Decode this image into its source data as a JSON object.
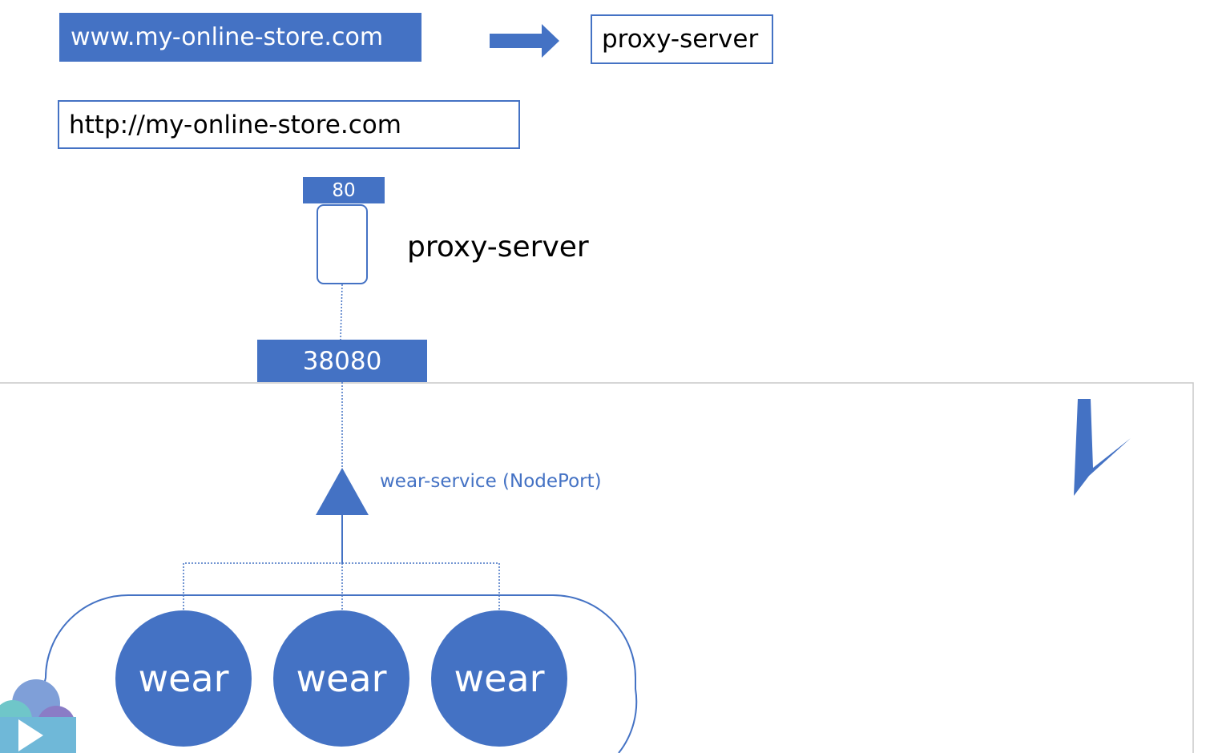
{
  "header": {
    "domain": "www.my-online-store.com",
    "proxy_target": "proxy-server"
  },
  "url": "http://my-online-store.com",
  "proxy": {
    "port": "80",
    "label": "proxy-server"
  },
  "node_port": "38080",
  "service": {
    "label": "wear-service (NodePort)"
  },
  "pods": [
    {
      "label": "wear"
    },
    {
      "label": "wear"
    },
    {
      "label": "wear"
    }
  ],
  "colors": {
    "accent": "#4472c4",
    "cluster_border": "#c8c8c8"
  },
  "icons": {
    "flow": "arrow-right-icon",
    "logo": "kubernetes-mark-icon",
    "player": "play-cloud-icon"
  }
}
